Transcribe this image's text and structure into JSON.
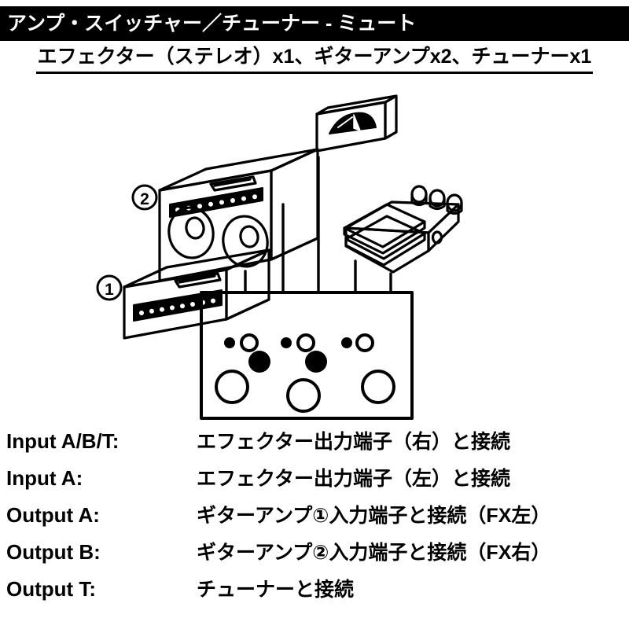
{
  "header": {
    "title": "アンプ・スイッチャー／チューナー - ミュート",
    "subtitle": "エフェクター（ステレオ）x1、ギターアンプx2、チューナーx1"
  },
  "diagram": {
    "markers": [
      {
        "id": "amp-head-marker",
        "label": "①"
      },
      {
        "id": "amp-combo-marker",
        "label": "②"
      }
    ],
    "devices": [
      {
        "id": "guitar-amp-combo",
        "name": "ギターアンプ②（コンボ）"
      },
      {
        "id": "guitar-amp-head",
        "name": "ギターアンプ①（ヘッド）"
      },
      {
        "id": "tuner",
        "name": "チューナー"
      },
      {
        "id": "effects-pedal",
        "name": "エフェクター（ステレオ）"
      },
      {
        "id": "amp-switcher",
        "name": "アンプ・スイッチャー／チューナー・ミュート"
      }
    ],
    "cable_count": 5,
    "switcher_controls": {
      "small_knob_groups": 3,
      "large_footswitches": 3
    }
  },
  "legend": {
    "rows": [
      {
        "key": "Input A/B/T:",
        "value": "エフェクター出力端子（右）と接続"
      },
      {
        "key": "Input A:",
        "value": "エフェクター出力端子（左）と接続"
      },
      {
        "key": "Output A:",
        "value": "ギターアンプ①入力端子と接続（FX左）"
      },
      {
        "key": "Output B:",
        "value": "ギターアンプ②入力端子と接続（FX右）"
      },
      {
        "key": "Output T:",
        "value": "チューナーと接続"
      }
    ]
  },
  "colors": {
    "ink": "#000000",
    "paper": "#ffffff",
    "title_text": "#ffffff",
    "title_bg": "#000000"
  }
}
